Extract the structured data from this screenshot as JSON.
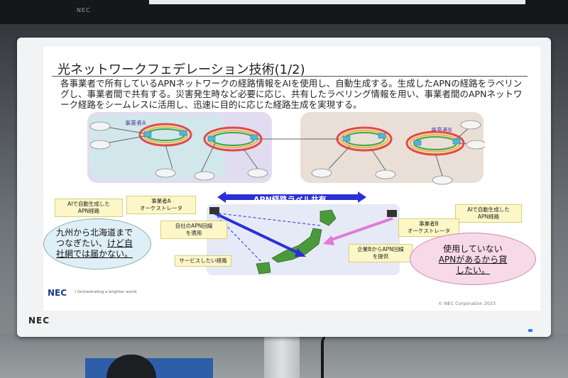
{
  "background_monitor": {
    "brand": "NEC"
  },
  "monitor": {
    "brand": "NEC"
  },
  "slide": {
    "title": "光ネットワークフェデレーション技術(1/2)",
    "description": "各事業者で所有しているAPNネットワークの経路情報をAIを使用し、自動生成する。生成したAPNの経路をラベリングし、事業者間で共有する。災害発生時など必要に応じ、共有したラベリング情報を用い、事業者間のAPNネットワーク経路をシームレスに活用し、迅速に目的に応じた経路生成を実現する。",
    "operator_a": "事業者A",
    "operator_b": "事業者B",
    "tag_ai_left": "AIで自動生成した\nAPN経路",
    "tag_operator_a": "事業者A\nオーケストレータ",
    "tag_own_line": "自社のAPN回線\nを適用",
    "tag_service": "サービスしたい経路",
    "share_label": "APN経路ラベル共有",
    "tag_ai_right": "AIで自動生成した\nAPN経路",
    "tag_operator_b": "事業者B\nオーケストレータ",
    "tag_company_b": "企業BからAPN回線\nを提供",
    "bubble_left_1": "九州から北海道まで",
    "bubble_left_2": "つなぎたい、",
    "bubble_left_3": "けど自",
    "bubble_left_4": "社網では届かない。",
    "bubble_right_1": "使用していない",
    "bubble_right_2": "APNがあるから貸",
    "bubble_right_3": "したい。",
    "logo": "NEC",
    "tagline": "\\ Orchestrating a brighter world",
    "copyright": "© NEC Corporation 2023"
  },
  "colors": {
    "share_arrow": "#2b2fd6",
    "underline_accent": "#000000",
    "route_a": "#2b2fd6",
    "route_b": "#e07ad6"
  }
}
